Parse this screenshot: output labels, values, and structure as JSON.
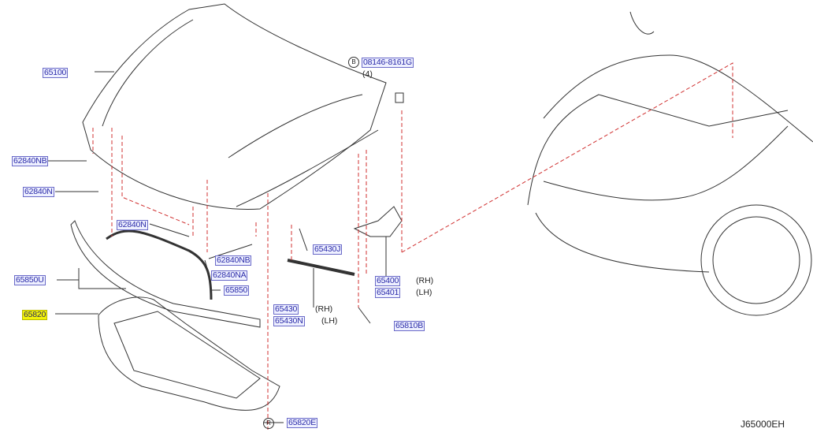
{
  "diagram_code": "J65000EH",
  "highlight_color": "#f2f20a",
  "parts": [
    {
      "id": "65100"
    },
    {
      "id": "08146-8161G",
      "marker": "B",
      "qty": "(4)"
    },
    {
      "id": "62840NB"
    },
    {
      "id": "62840N"
    },
    {
      "id": "62840N"
    },
    {
      "id": "65430J"
    },
    {
      "id": "62840NB"
    },
    {
      "id": "62840NA"
    },
    {
      "id": "65850U"
    },
    {
      "id": "65850"
    },
    {
      "id": "65400",
      "side": "(RH)"
    },
    {
      "id": "65401",
      "side": "(LH)"
    },
    {
      "id": "65430",
      "side": "(RH)"
    },
    {
      "id": "65430N",
      "side": "(LH)"
    },
    {
      "id": "65820",
      "highlighted": true
    },
    {
      "id": "65810B"
    },
    {
      "id": "65820E",
      "marker": "R"
    }
  ]
}
